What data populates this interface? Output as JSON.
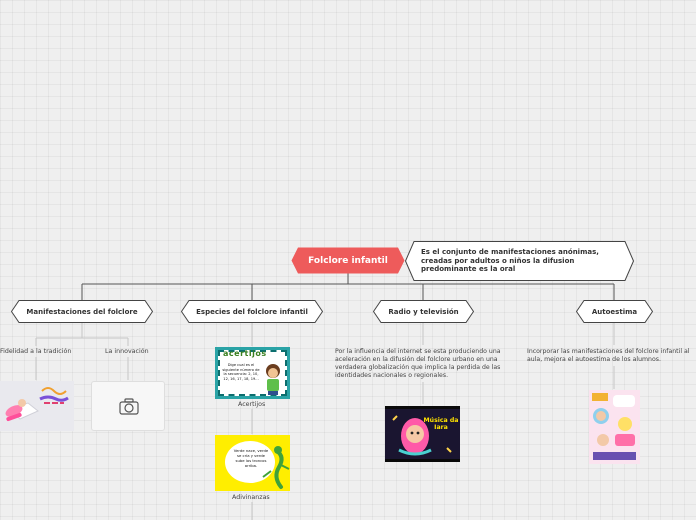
{
  "root": {
    "title": "Folclore infantil",
    "color": "#ee5b5b"
  },
  "definition": "Es el conjunto de manifestaciones anónimas, creadas por adultos o niños la difusion predominante es la oral",
  "branches": [
    {
      "title": "Manifestaciones del folclore",
      "children": [
        "Fidelidad a la tradición",
        "La innovación"
      ]
    },
    {
      "title": "Especies del folclore infantil",
      "children": [
        {
          "caption": "Acertijos",
          "image_heading": "acertijos",
          "image_text": "Dige cual es el siguiente número de la secuencia: 2, 10, 12, 16, 17, 18, 19..."
        },
        {
          "caption": "Adivinanzas",
          "image_text": "Verde nace, verde se cría y verde sube los troncos arriba."
        }
      ]
    },
    {
      "title": "Radio y televisión",
      "text": "Por la influencia del internet se esta produciendo una aceleración en la difusión del folclore urbano en una verdadera globalización que implica la perdida de las identidades nacionales o regionales.",
      "image_text": "Música da Iara"
    },
    {
      "title": "Autoestima",
      "text": "Incorporar las manifestaciones del folclore infantil al aula, mejora el autoestima de los alumnos."
    }
  ]
}
